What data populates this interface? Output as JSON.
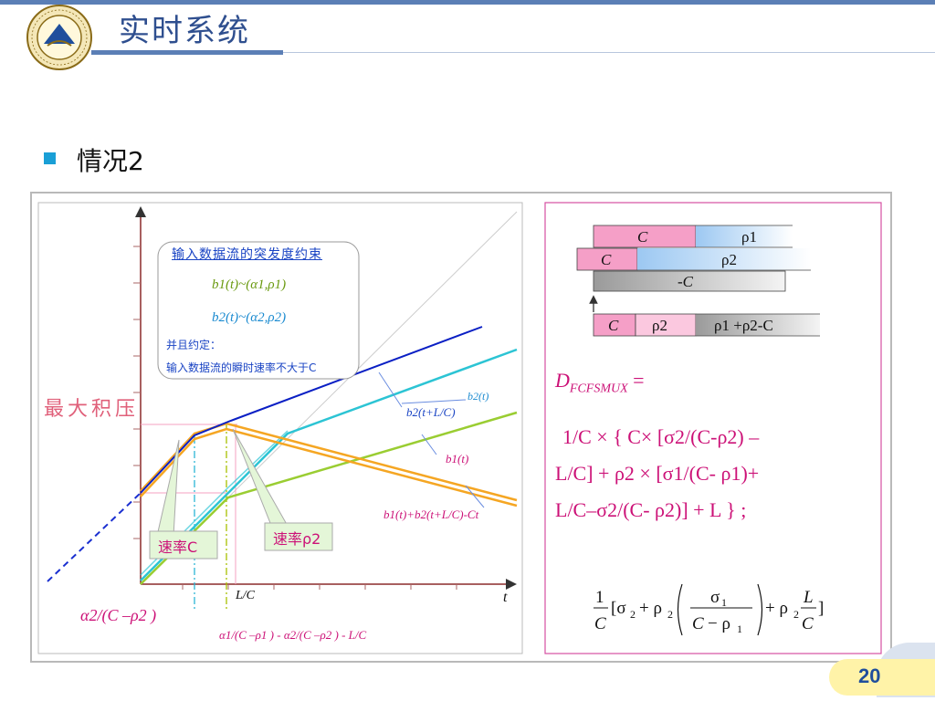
{
  "header": {
    "title": "实时系统"
  },
  "bullet": {
    "text": "情况2"
  },
  "graph": {
    "constraint_box": {
      "heading": "输入数据流的突发度约束",
      "line1": "b1(t)~(α1,ρ1)",
      "line2": "b2(t)~(α2,ρ2)",
      "line3": "并且约定：",
      "line4": "输入数据流的瞬时速率不大于C"
    },
    "max_backlog": "最大积压",
    "rate_c": "速率C",
    "rate_rho2": "速率ρ2",
    "label_b2t": "b2(t)",
    "label_b2tLC": "b2(t+L/C)",
    "label_b1t": "b1(t)",
    "label_sum": "b1(t)+b2(t+L/C)-Ct",
    "axis_t": "t",
    "tick_LC": "L/C",
    "alpha_label": "α2/(C –ρ2 )",
    "bottom_expr": "α1/(C –ρ1 ) - α2/(C –ρ2 ) - L/C"
  },
  "queue": {
    "row1": {
      "left": "C",
      "right": "ρ1"
    },
    "row2": {
      "left": "C",
      "right": "ρ2"
    },
    "row3": {
      "label": "-C"
    },
    "row4": {
      "c": "C",
      "p2": "ρ2",
      "sum": "ρ1 +ρ2-C"
    }
  },
  "formula": {
    "d_main": "D",
    "d_sub": "FCFSMUX",
    "eq": " =",
    "line1": "1/C × { C× [σ2/(C-ρ2) –",
    "line2": "L/C] + ρ2 × [σ1/(C- ρ1)+",
    "line3": "L/C–σ2/(C- ρ2)] + L } ;"
  },
  "footer": {
    "page_number": "20"
  },
  "colors": {
    "accent": "#5b7fb6",
    "formula": "#cc1177",
    "blue_line": "#0a1fc4",
    "cyan_line": "#2cc4d4",
    "green_line": "#9acd32",
    "orange_line": "#f5a623"
  }
}
